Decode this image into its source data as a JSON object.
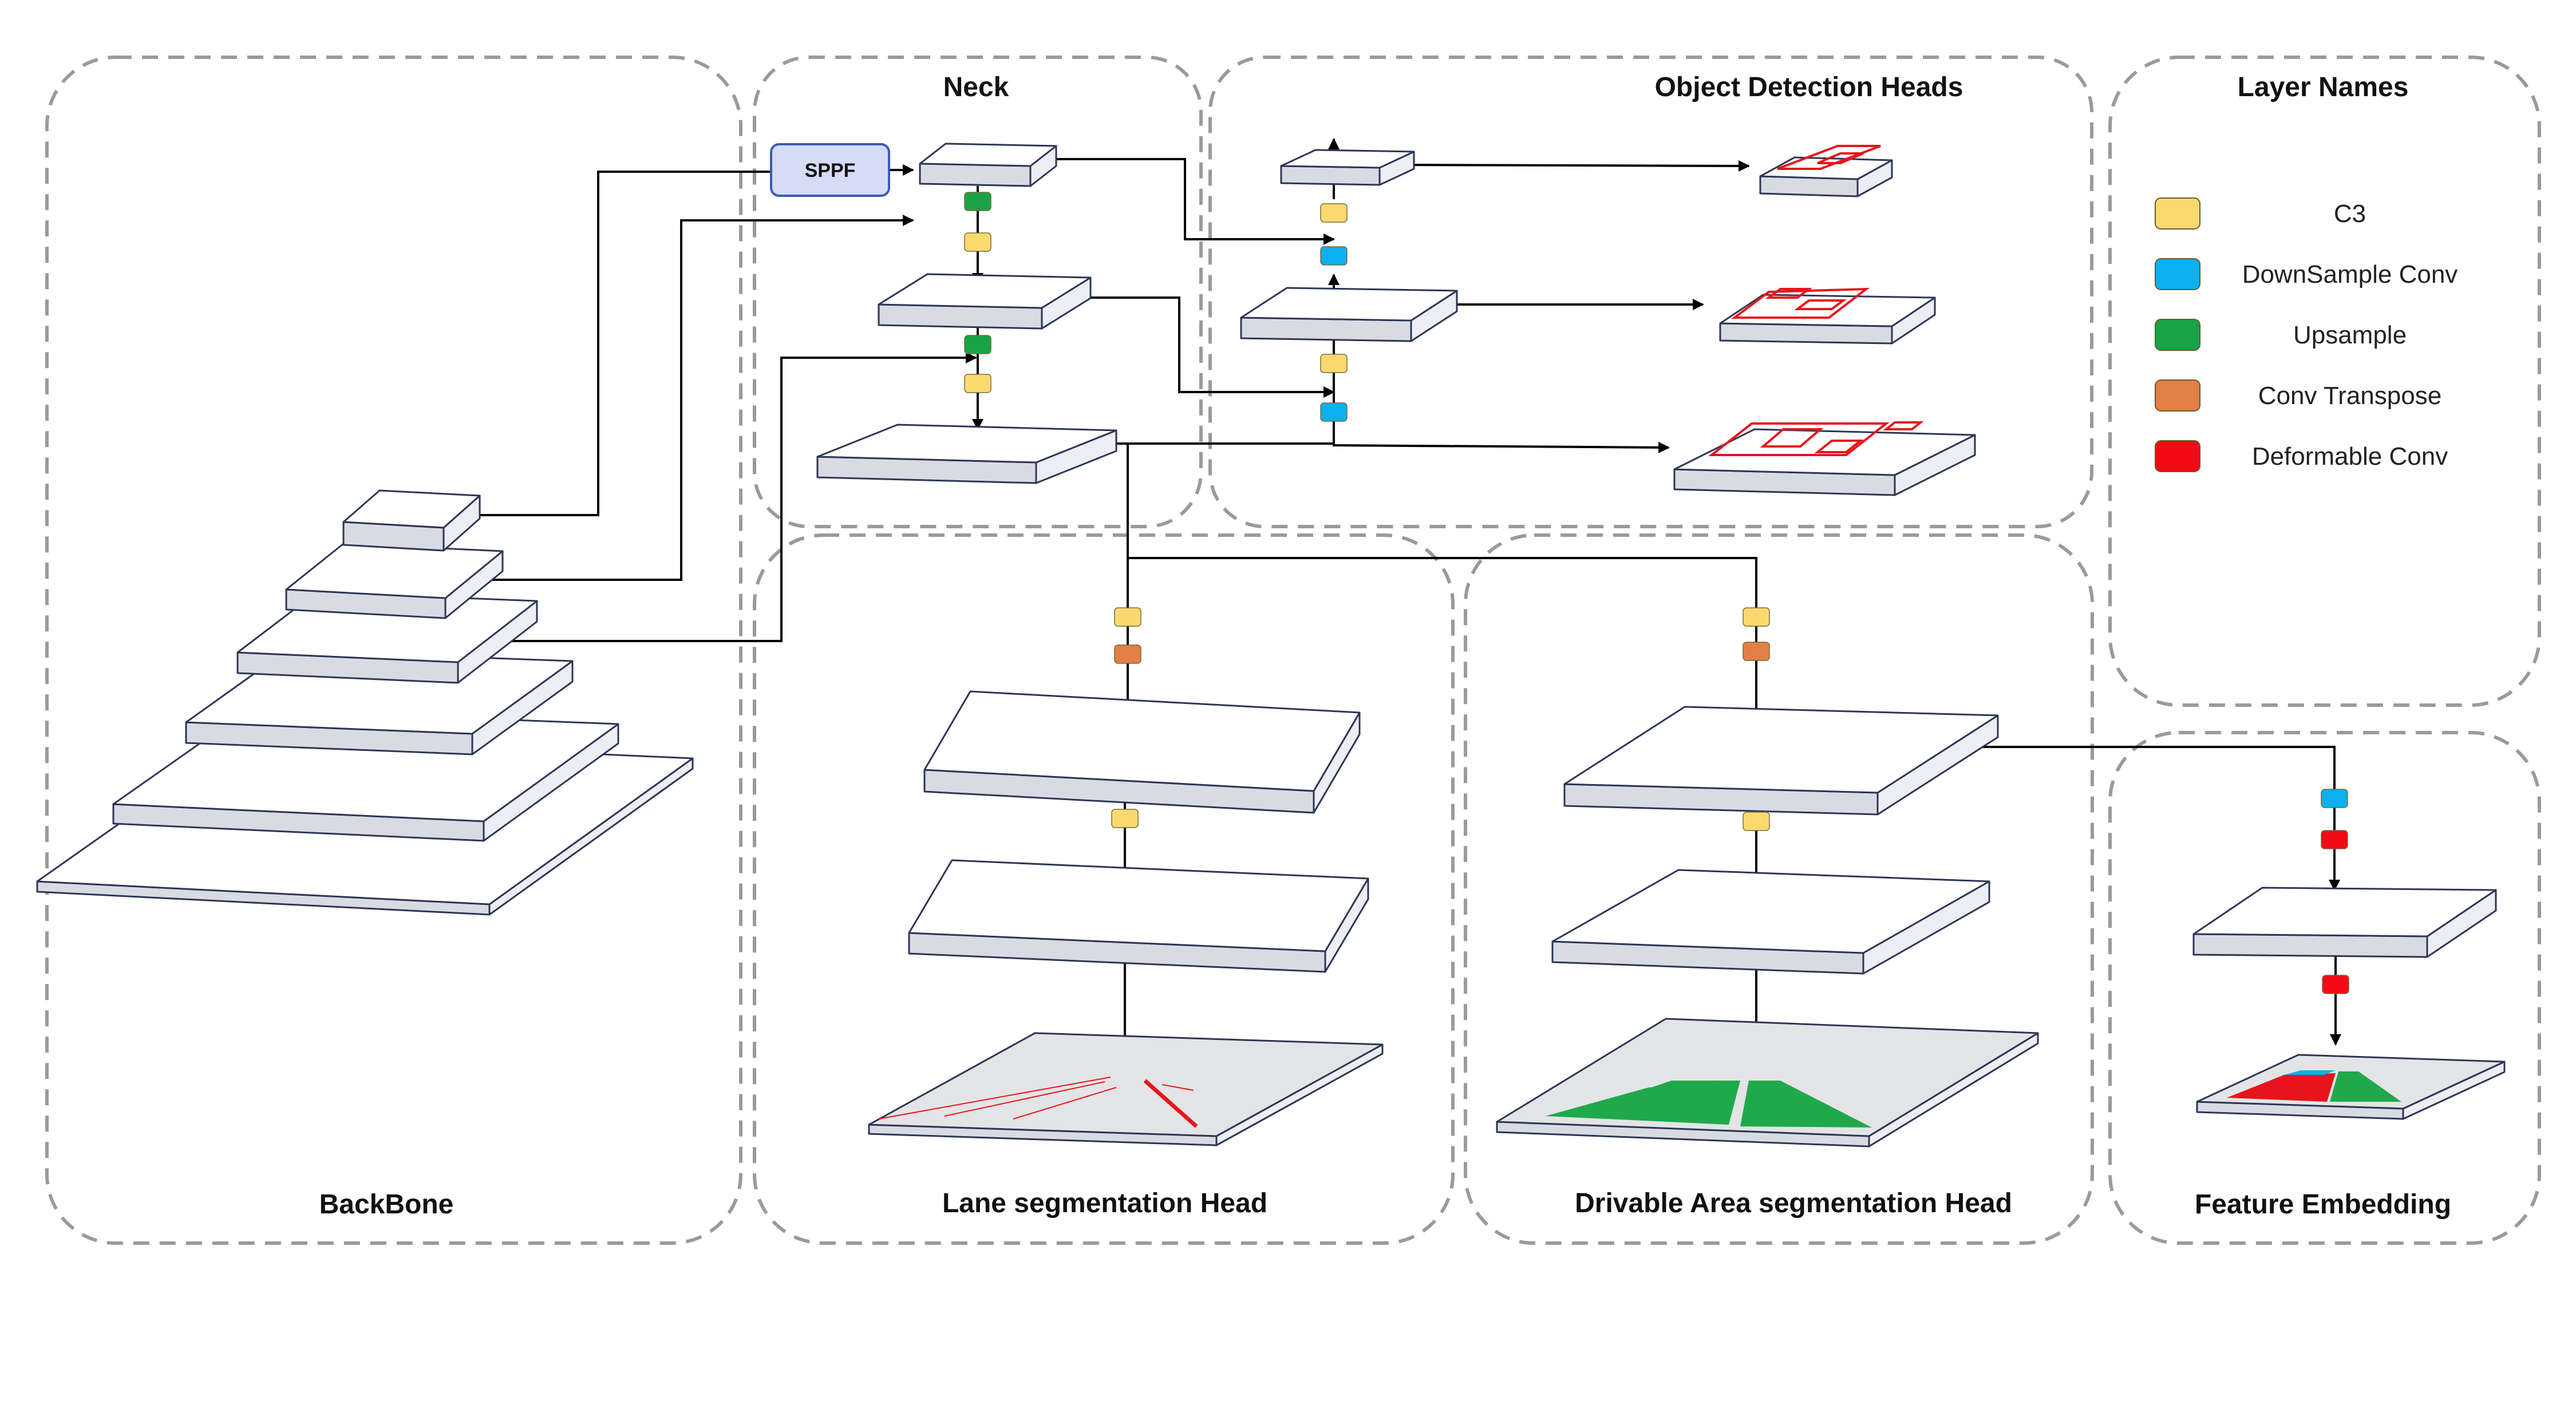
{
  "sections": {
    "backbone": "BackBone",
    "neck": "Neck",
    "detection": "Object Detection Heads",
    "legend": "Layer Names",
    "lane": "Lane segmentation Head",
    "drivable": "Drivable Area segmentation Head",
    "embedding": "Feature Embedding"
  },
  "sppf_label": "SPPF",
  "legend": [
    {
      "label": "C3",
      "color": "#FADA6E"
    },
    {
      "label": "DownSample Conv",
      "color": "#0BB0EE"
    },
    {
      "label": "Upsample",
      "color": "#17A346"
    },
    {
      "label": "Conv Transpose",
      "color": "#E27F44"
    },
    {
      "label": "Deformable Conv",
      "color": "#F20B14"
    }
  ],
  "colors": {
    "c3": "#FADA6E",
    "downsample": "#0BB0EE",
    "upsample": "#17A346",
    "conv_transpose": "#E27F44",
    "deformable": "#F20B14",
    "box_border": "#9a9a9a",
    "slab_outline": "#2c3656",
    "slab_side": "#d9dbe3",
    "sppf_fill": "#d6dcf5",
    "sppf_border": "#3b5bb5",
    "lane_red": "#E8141C",
    "drivable_green": "#1FA94A"
  }
}
